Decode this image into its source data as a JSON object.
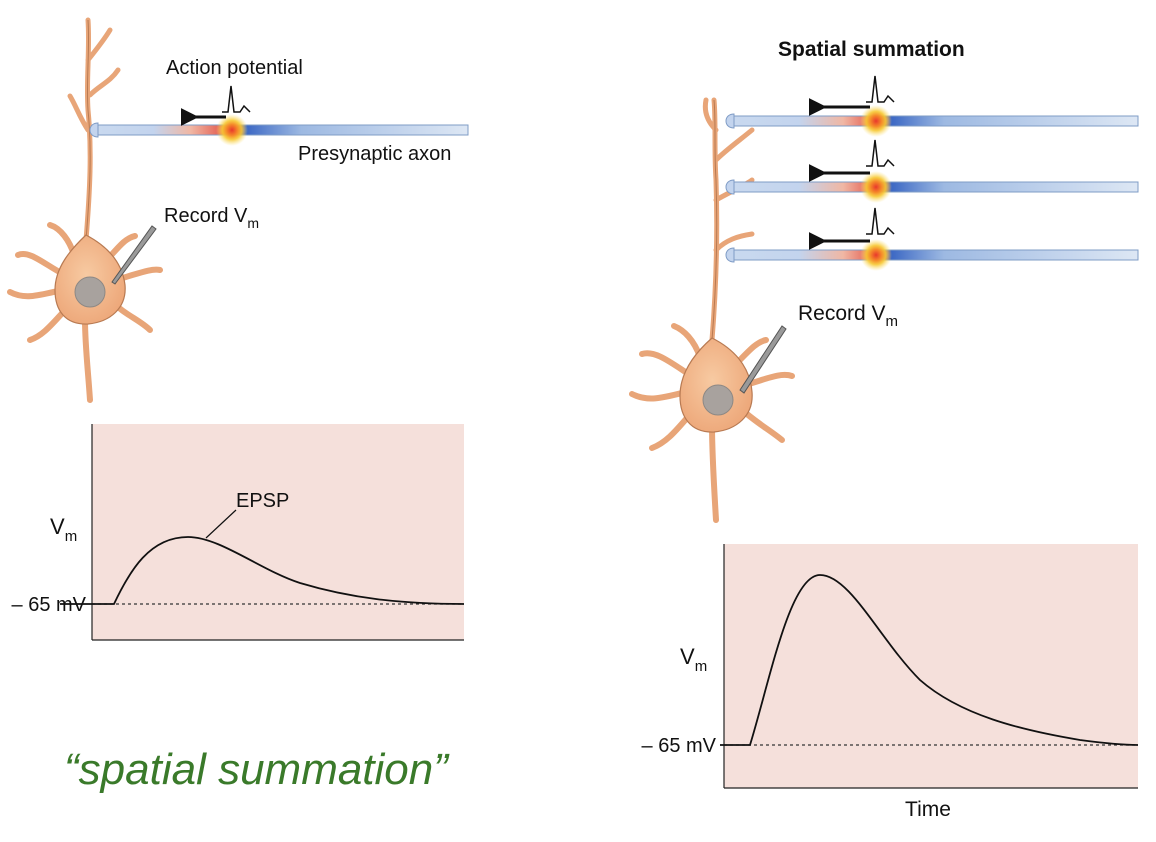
{
  "left_panel": {
    "action_potential_label": "Action potential",
    "axon_label": "Presynaptic axon",
    "record_label": "Record V",
    "record_sub": "m",
    "graph": {
      "trace_label": "EPSP",
      "y_label": "V",
      "y_sub": "m",
      "baseline_label": "– 65 mV"
    }
  },
  "right_panel": {
    "title": "Spatial summation",
    "record_label": "Record V",
    "record_sub": "m",
    "graph": {
      "y_label": "V",
      "y_sub": "m",
      "baseline_label": "– 65 mV",
      "x_label": "Time"
    }
  },
  "caption": "“spatial summation”",
  "colors": {
    "graph_bg": "#f5e0db",
    "neuron_fill": "#f2b78a",
    "neuron_stroke": "#b87a52",
    "nucleus": "#a8a29e",
    "axon_blue": "#7fa8d8",
    "caption_green": "#3a7a2a",
    "spike_glow": "#f7c832"
  }
}
